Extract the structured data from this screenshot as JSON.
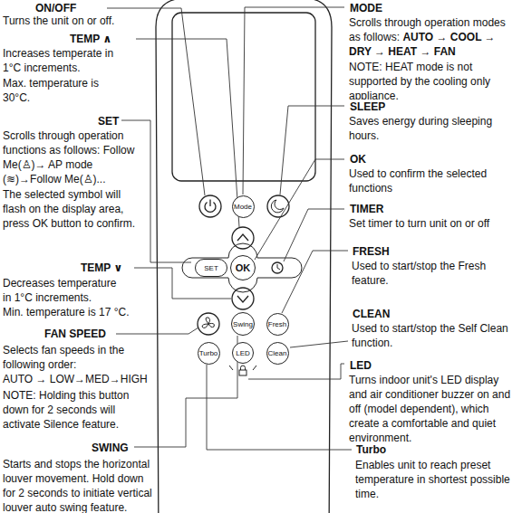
{
  "diagram": {
    "nodes": [
      {
        "text": [
          "Mode"
        ]
      },
      {
        "text": [
          "SET"
        ]
      },
      {
        "text": [
          "OK"
        ]
      },
      {
        "text": [
          "Swing"
        ]
      },
      {
        "text": [
          "Fresh"
        ]
      },
      {
        "text": [
          "Turbo"
        ]
      },
      {
        "text": [
          "LED"
        ]
      },
      {
        "text": [
          "Clean"
        ]
      }
    ],
    "labels": [
      "ON/OFF",
      "Turns the unit on or off.",
      "TEMP ∧",
      "Increases temperate in 1°C increments.",
      "Max. temperature is 30°C.",
      "SET",
      "Scrolls through operation functions as follows: Follow Me(♙)→ AP mode (≋)→Follow Me(♙)...",
      "The selected symbol will flash on the display area, press OK button to confirm.",
      "TEMP ∨",
      "Decreases temperature in 1°C increments.",
      "Min. temperature is 17 °C.",
      "FAN SPEED",
      "Selects fan speeds in the following order:",
      "AUTO → LOW→MED→HIGH",
      "NOTE: Holding this button down for 2 seconds will activate Silence feature.",
      "SWING",
      "Starts and stops the horizontal louver movement. Hold down for 2 seconds to initiate vertical louver auto swing feature.",
      "MODE",
      "Scrolls through operation modes as follows:",
      "AUTO → COOL → DRY → HEAT → FAN",
      "NOTE: HEAT mode is not supported by the cooling only appliance.",
      "SLEEP",
      "Saves energy during sleeping hours.",
      "OK",
      "Used to confirm the selected functions",
      "TIMER",
      "Set timer to turn unit on or off",
      "FRESH",
      "Used to start/stop the Fresh feature.",
      "CLEAN",
      "Used to start/stop the Self Clean function.",
      "LED",
      "Turns indoor unit's LED display and air conditioner buzzer on and off (model dependent), which create a comfortable and quiet environment.",
      "Turbo",
      "Enables unit to reach preset temperature in shortest possible time."
    ]
  }
}
